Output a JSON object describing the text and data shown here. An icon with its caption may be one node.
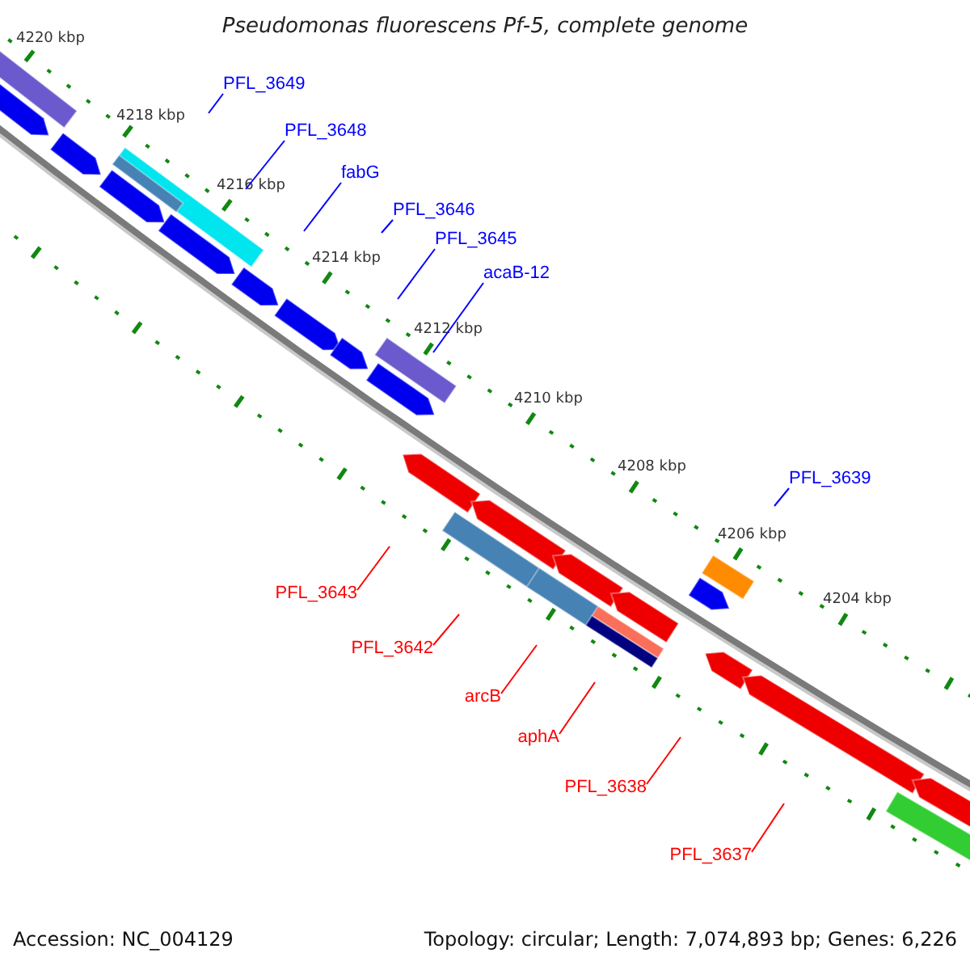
{
  "diagram": {
    "title": "Pseudomonas fluorescens Pf-5, complete genome",
    "nodes": [
      {
        "text": [
          "PFL_3649"
        ]
      },
      {
        "text": [
          "PFL_3648"
        ]
      },
      {
        "text": [
          "fabG"
        ]
      },
      {
        "text": [
          "PFL_3646"
        ]
      },
      {
        "text": [
          "PFL_3645"
        ]
      },
      {
        "text": [
          "acaB-12"
        ]
      },
      {
        "text": [
          "PFL_3639"
        ]
      },
      {
        "text": [
          "PFL_3643"
        ]
      },
      {
        "text": [
          "PFL_3642"
        ]
      },
      {
        "text": [
          "arcB"
        ]
      },
      {
        "text": [
          "aphA"
        ]
      },
      {
        "text": [
          "PFL_3638"
        ]
      },
      {
        "text": [
          "PFL_3637"
        ]
      }
    ],
    "edges": [
      {
        "from": 0,
        "to": null,
        "arrow": "none"
      },
      {
        "from": 1,
        "to": null,
        "arrow": "none"
      },
      {
        "from": 2,
        "to": null,
        "arrow": "none"
      },
      {
        "from": 3,
        "to": null,
        "arrow": "none"
      },
      {
        "from": 4,
        "to": null,
        "arrow": "none"
      },
      {
        "from": 5,
        "to": null,
        "arrow": "none"
      },
      {
        "from": 6,
        "to": null,
        "arrow": "none"
      },
      {
        "from": 7,
        "to": null,
        "arrow": "none",
        "color": "#ff0000"
      },
      {
        "from": 8,
        "to": null,
        "arrow": "none",
        "color": "#ff0000"
      },
      {
        "from": 9,
        "to": null,
        "arrow": "none",
        "color": "#ff0000"
      },
      {
        "from": 10,
        "to": null,
        "arrow": "none",
        "color": "#ff0000"
      },
      {
        "from": 11,
        "to": null,
        "arrow": "none",
        "color": "#ff0000"
      },
      {
        "from": 12,
        "to": null,
        "arrow": "none",
        "color": "#ff0000"
      }
    ],
    "labels": [
      "4220 kbp",
      "4218 kbp",
      "4216 kbp",
      "4214 kbp",
      "4212 kbp",
      "4210 kbp",
      "4208 kbp",
      "4206 kbp",
      "4204 kbp",
      "Accession: NC_004129",
      "Topology: circular; Length: 7,074,893 bp; Genes: 6,226"
    ]
  }
}
